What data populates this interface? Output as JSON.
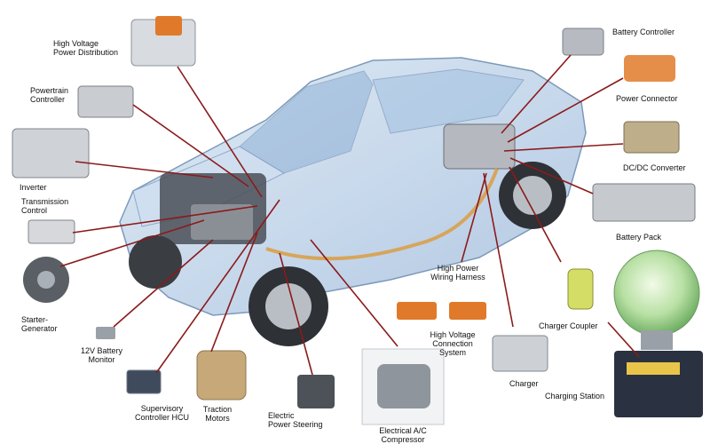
{
  "labels": {
    "high_voltage_power_distribution": "High Voltage\nPower Distribution",
    "powertrain_controller": "Powertrain\nController",
    "inverter": "Inverter",
    "transmission_control": "Transmission\nControl",
    "starter_generator": "Starter-\nGenerator",
    "battery_monitor_12v": "12V Battery\nMonitor",
    "supervisory_controller_hcu": "Supervisory\nController HCU",
    "traction_motors": "Traction\nMotors",
    "electric_power_steering": "Electric\nPower Steering",
    "electrical_ac_compressor": "Electrical A/C\nCompressor",
    "high_voltage_connection_system": "High Voltage\nConnection\nSystem",
    "high_power_wiring_harness": "High Power\nWiring Harness",
    "charger": "Charger",
    "charging_station": "Charging Station",
    "charger_coupler": "Charger Coupler",
    "battery_pack": "Battery Pack",
    "dc_dc_converter": "DC/DC Converter",
    "power_connector": "Power Connector",
    "battery_controller": "Battery Controller"
  },
  "colors": {
    "leader_line": "#8b1a1a",
    "car_body": "#b9cfe6",
    "car_outline": "#6f8fb3",
    "harness": "#d9a04a",
    "component_orange": "#e07a2a"
  }
}
